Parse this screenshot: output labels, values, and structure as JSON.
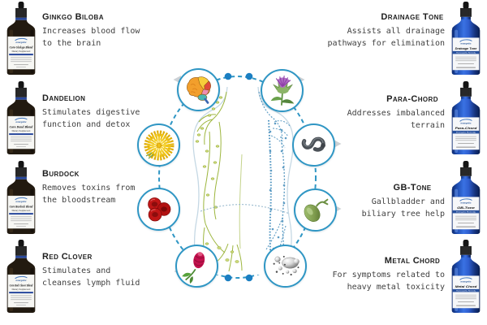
{
  "brand": "energetix",
  "left_products": [
    {
      "title": "Ginkgo Biloba",
      "desc_lines": [
        "Increases blood flow",
        "to the brain"
      ],
      "bottle": {
        "name": "Core Ginkgo Blend",
        "type": "Dietary Supplement"
      }
    },
    {
      "title": "Dandelion",
      "desc_lines": [
        "Stimulates digestive",
        "function and detox"
      ],
      "bottle": {
        "name": "Core Dand Blend",
        "type": "Dietary Supplement"
      }
    },
    {
      "title": "Burdock",
      "desc_lines": [
        "Removes toxins from",
        "the bloodstream"
      ],
      "bottle": {
        "name": "Core Burdock Blend",
        "type": "Dietary Supplement"
      }
    },
    {
      "title": "Red Clover",
      "desc_lines": [
        "Stimulates and",
        "cleanses lymph fluid"
      ],
      "bottle": {
        "name": "Core Red Clover Blend",
        "type": "Dietary Supplement"
      }
    }
  ],
  "right_products": [
    {
      "title": "Drainage Tone",
      "desc_lines": [
        "Assists all drainage",
        "pathways for elimination"
      ],
      "bottle": {
        "name": "Drainage Tone",
        "type": "Homeopathic Remedy"
      }
    },
    {
      "title": "Para-Chord",
      "desc_lines": [
        "Addresses imbalanced",
        "terrain"
      ],
      "bottle": {
        "name": "Para-Chord",
        "type": "Energetic Remedy"
      }
    },
    {
      "title": "GB-Tone",
      "desc_lines": [
        "Gallbladder and",
        "biliary tree help"
      ],
      "bottle": {
        "name": "GB-Tone",
        "type": "Energetic Remedy"
      }
    },
    {
      "title": "Metal Chord",
      "desc_lines": [
        "For symptoms related to",
        "heavy metal toxicity"
      ],
      "bottle": {
        "name": "Metal Chord",
        "type": "Homeopathic Remedy"
      }
    }
  ],
  "diagram": {
    "center_illustration": "human torso with lymphatic system",
    "icons": [
      {
        "name": "brain-icon",
        "label": "brain"
      },
      {
        "name": "milk-thistle-icon",
        "label": "milk thistle flower"
      },
      {
        "name": "dandelion-flower-icon",
        "label": "dandelion flower"
      },
      {
        "name": "parasite-worm-icon",
        "label": "parasite worm"
      },
      {
        "name": "red-blood-cells-icon",
        "label": "red blood cells"
      },
      {
        "name": "gallbladder-icon",
        "label": "gallbladder"
      },
      {
        "name": "red-clover-flower-icon",
        "label": "red clover flower"
      },
      {
        "name": "mercury-droplets-icon",
        "label": "mercury droplets"
      }
    ],
    "colors": {
      "ring": "#2f96c4",
      "dot": "#1b7fc2",
      "arrow": "#ccd1d5",
      "lymph_green": "#9db63e",
      "lymph_blue": "#5f9dc4",
      "bottle_blue": "#27509e",
      "title_text": "#1d1d1d",
      "body_text": "#3f3f3f"
    }
  }
}
